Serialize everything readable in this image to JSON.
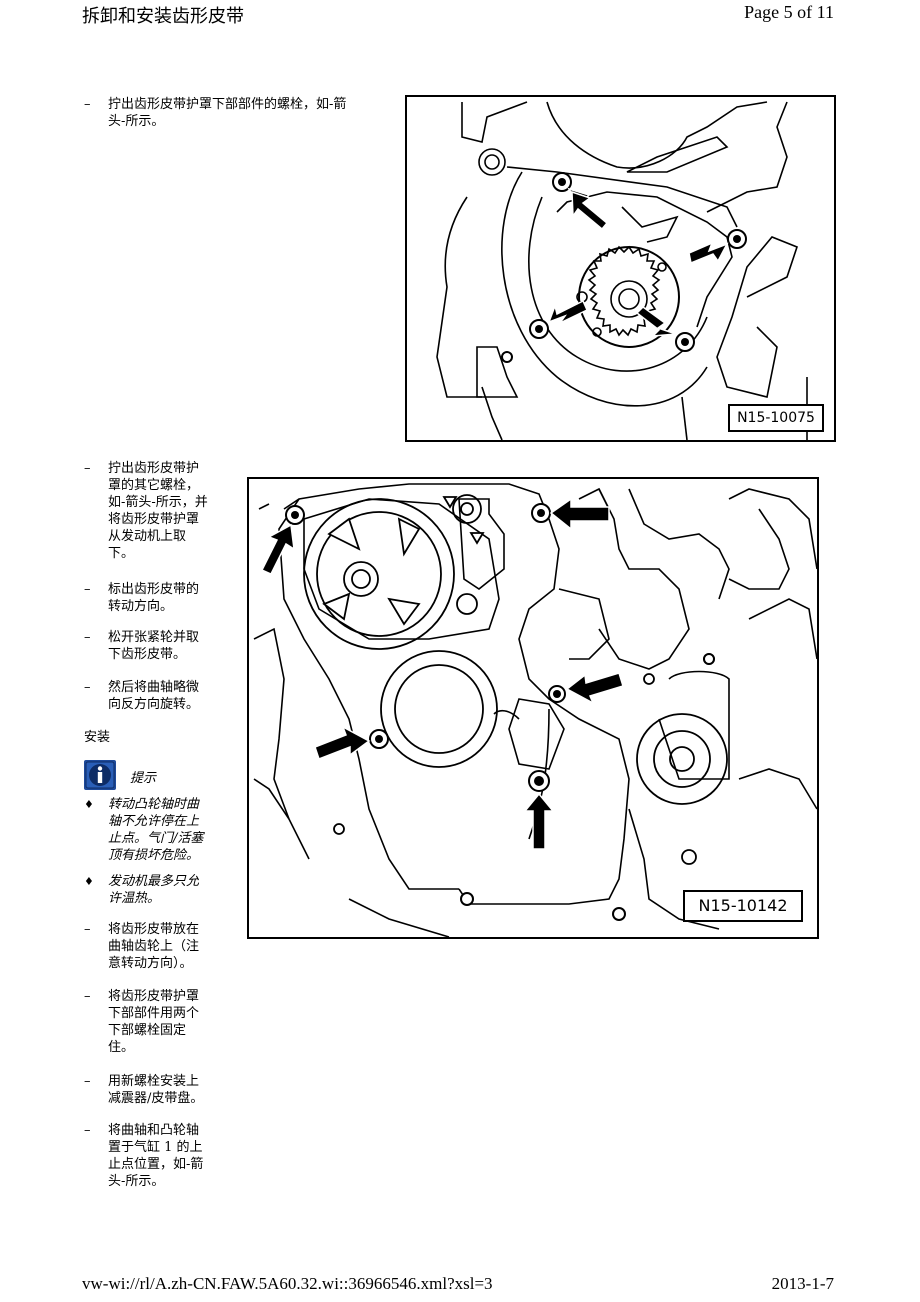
{
  "header": {
    "title": "拆卸和安装齿形皮带",
    "page": "Page 5 of 11"
  },
  "footer": {
    "url": "vw-wi://rl/A.zh-CN.FAW.5A60.32.wi::36966546.xml?xsl=3",
    "date": "2013-1-7"
  },
  "step_marker": "–",
  "bullet_marker": "♦",
  "removal_steps": [
    [
      "拧出齿形皮带护罩下部部件的螺栓，如-箭",
      "头-所示。"
    ],
    [
      "拧出齿形皮带护",
      "罩的其它螺栓，",
      "如-箭头-所示，并",
      "将齿形皮带护罩",
      "从发动机上取",
      "下。"
    ],
    [
      "标出齿形皮带的",
      "转动方向。"
    ],
    [
      "松开张紧轮并取",
      "下齿形皮带。"
    ],
    [
      "然后将曲轴略微",
      "向反方向旋转。"
    ]
  ],
  "install_title": "安装",
  "note": {
    "label": "提示",
    "items": [
      [
        "转动凸轮轴时曲",
        "轴不允许停在上",
        "止点。气门/活塞",
        "顶有损坏危险。"
      ],
      [
        "发动机最多只允",
        "许温热。"
      ]
    ]
  },
  "install_steps": [
    [
      "将齿形皮带放在",
      "曲轴齿轮上（注",
      "意转动方向）。"
    ],
    [
      "将齿形皮带护罩",
      "下部部件用两个",
      "下部螺栓固定",
      "住。"
    ],
    [
      "用新螺栓安装上",
      "减震器/皮带盘。"
    ],
    [
      "将曲轴和凸轮轴",
      "置于气缸 1 的上",
      "止点位置，如-箭",
      "头-所示。"
    ]
  ],
  "figures": [
    {
      "label": "N15-10075"
    },
    {
      "label": "N15-10142"
    }
  ]
}
